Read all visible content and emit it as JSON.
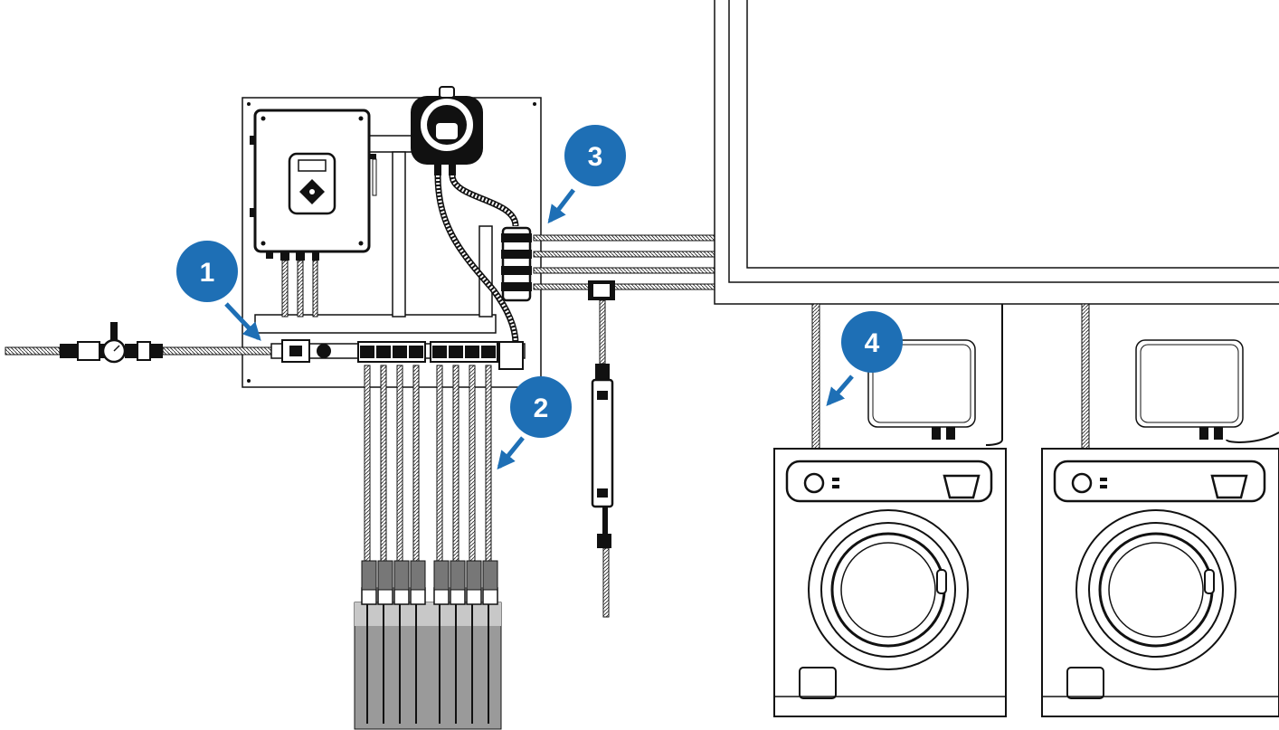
{
  "colors": {
    "callout_fill": "#1e6fb5",
    "callout_text": "#ffffff",
    "line": "#111111",
    "tube_fill": "#9a9a9a",
    "background": "#ffffff"
  },
  "callouts": [
    {
      "number": "1",
      "target": "water-inlet-line"
    },
    {
      "number": "2",
      "target": "chemical-manifold-tubes"
    },
    {
      "number": "3",
      "target": "flush-manifold-to-washers"
    },
    {
      "number": "4",
      "target": "washer-interface-box"
    }
  ],
  "components": {
    "controller": "controller-icon",
    "pump": "peristaltic-pump-icon",
    "inlet_valve": "pressure-regulator-icon",
    "flowmeter": "flowmeter-icon",
    "washers": [
      "washer-icon",
      "washer-icon"
    ],
    "chemical_containers": 8
  }
}
